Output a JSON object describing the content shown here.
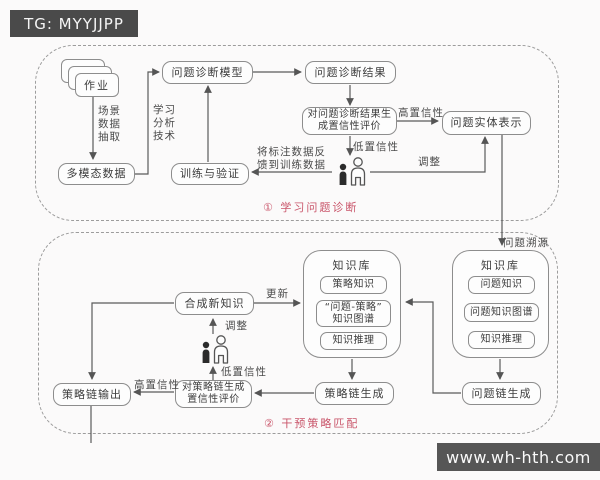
{
  "header": {
    "badge": "TG: MYYJJPP"
  },
  "watermark": {
    "text": "www.wh-hth.com"
  },
  "colors": {
    "accent_red": "#c9556a",
    "line": "#555555",
    "badge_bg": "#4a4a4a"
  },
  "diagram": {
    "section1": {
      "title": "① 学习问题诊断",
      "nodes": {
        "homework": "作业",
        "diagnosis_model": "问题诊断模型",
        "diagnosis_result": "问题诊断结果",
        "confidence_eval_line1": "对问题诊断结果生",
        "confidence_eval_line2": "成置信性评价",
        "entity_repr": "问题实体表示",
        "multimodal_data": "多模态数据",
        "train_validate": "训练与验证"
      },
      "labels": {
        "scene_extract": [
          "场景",
          "数据",
          "抽取"
        ],
        "learning_analytics": [
          "学习",
          "分析",
          "技术"
        ],
        "feedback_line1": "将标注数据反",
        "feedback_line2": "馈到训练数据",
        "high_conf": "高置信性",
        "low_conf": "低置信性",
        "adjust": "调整"
      }
    },
    "section2": {
      "title": "② 干预策略匹配",
      "trace_label": "问题溯源",
      "nodes": {
        "kb_strategy": {
          "title": "知识库",
          "item1": "策略知识",
          "item2_line1": "“问题-策略”",
          "item2_line2": "知识图谱",
          "item3": "知识推理"
        },
        "kb_problem": {
          "title": "知识库",
          "item1": "问题知识",
          "item2": "问题知识图谱",
          "item3": "知识推理"
        },
        "synthesize": "合成新知识",
        "strategy_output": "策略链输出",
        "strategy_eval_line1": "对策略链生成",
        "strategy_eval_line2": "置信性评价",
        "strategy_chain": "策略链生成",
        "problem_chain": "问题链生成"
      },
      "labels": {
        "update": "更新",
        "adjust": "调整",
        "low_conf": "低置信性",
        "high_conf": "高置信性"
      }
    }
  }
}
